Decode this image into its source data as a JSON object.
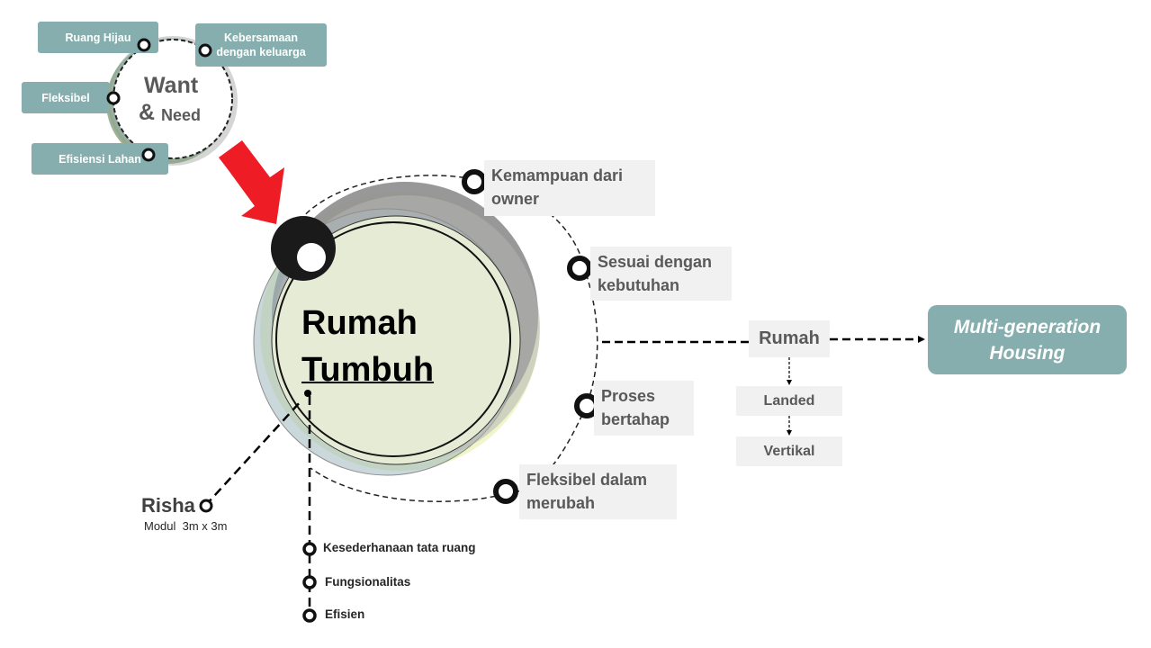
{
  "want_need": {
    "word1": "Want",
    "amp": "&",
    "word2": "Need",
    "tags": [
      {
        "label": "Ruang Hijau"
      },
      {
        "label": "Kebersamaan dengan keluarga"
      },
      {
        "label": "Fleksibel"
      },
      {
        "label": "Efisiensi Lahan"
      }
    ]
  },
  "main": {
    "line1": "Rumah",
    "line2": "Tumbuh"
  },
  "factors": [
    {
      "label": "Kemampuan  dari owner"
    },
    {
      "label": "Sesuai dengan kebutuhan"
    },
    {
      "label": "Proses bertahap"
    },
    {
      "label": "Fleksibel dalam merubah"
    }
  ],
  "housing": {
    "rumah": "Rumah",
    "landed": "Landed",
    "vertikal": "Vertikal",
    "result": "Multi-generation Housing"
  },
  "risha": {
    "title": "Risha",
    "subtitle": "Modul  3m x 3m"
  },
  "principles": [
    {
      "label": "Kesederhanaan tata ruang"
    },
    {
      "label": "Fungsionalitas"
    },
    {
      "label": "Efisien"
    }
  ],
  "colors": {
    "teal": "#86aeae",
    "arrow_red": "#ee1c25",
    "box_gray": "#f1f1f1",
    "text_gray": "#595959",
    "circle_fill": "#e6ebd5"
  }
}
